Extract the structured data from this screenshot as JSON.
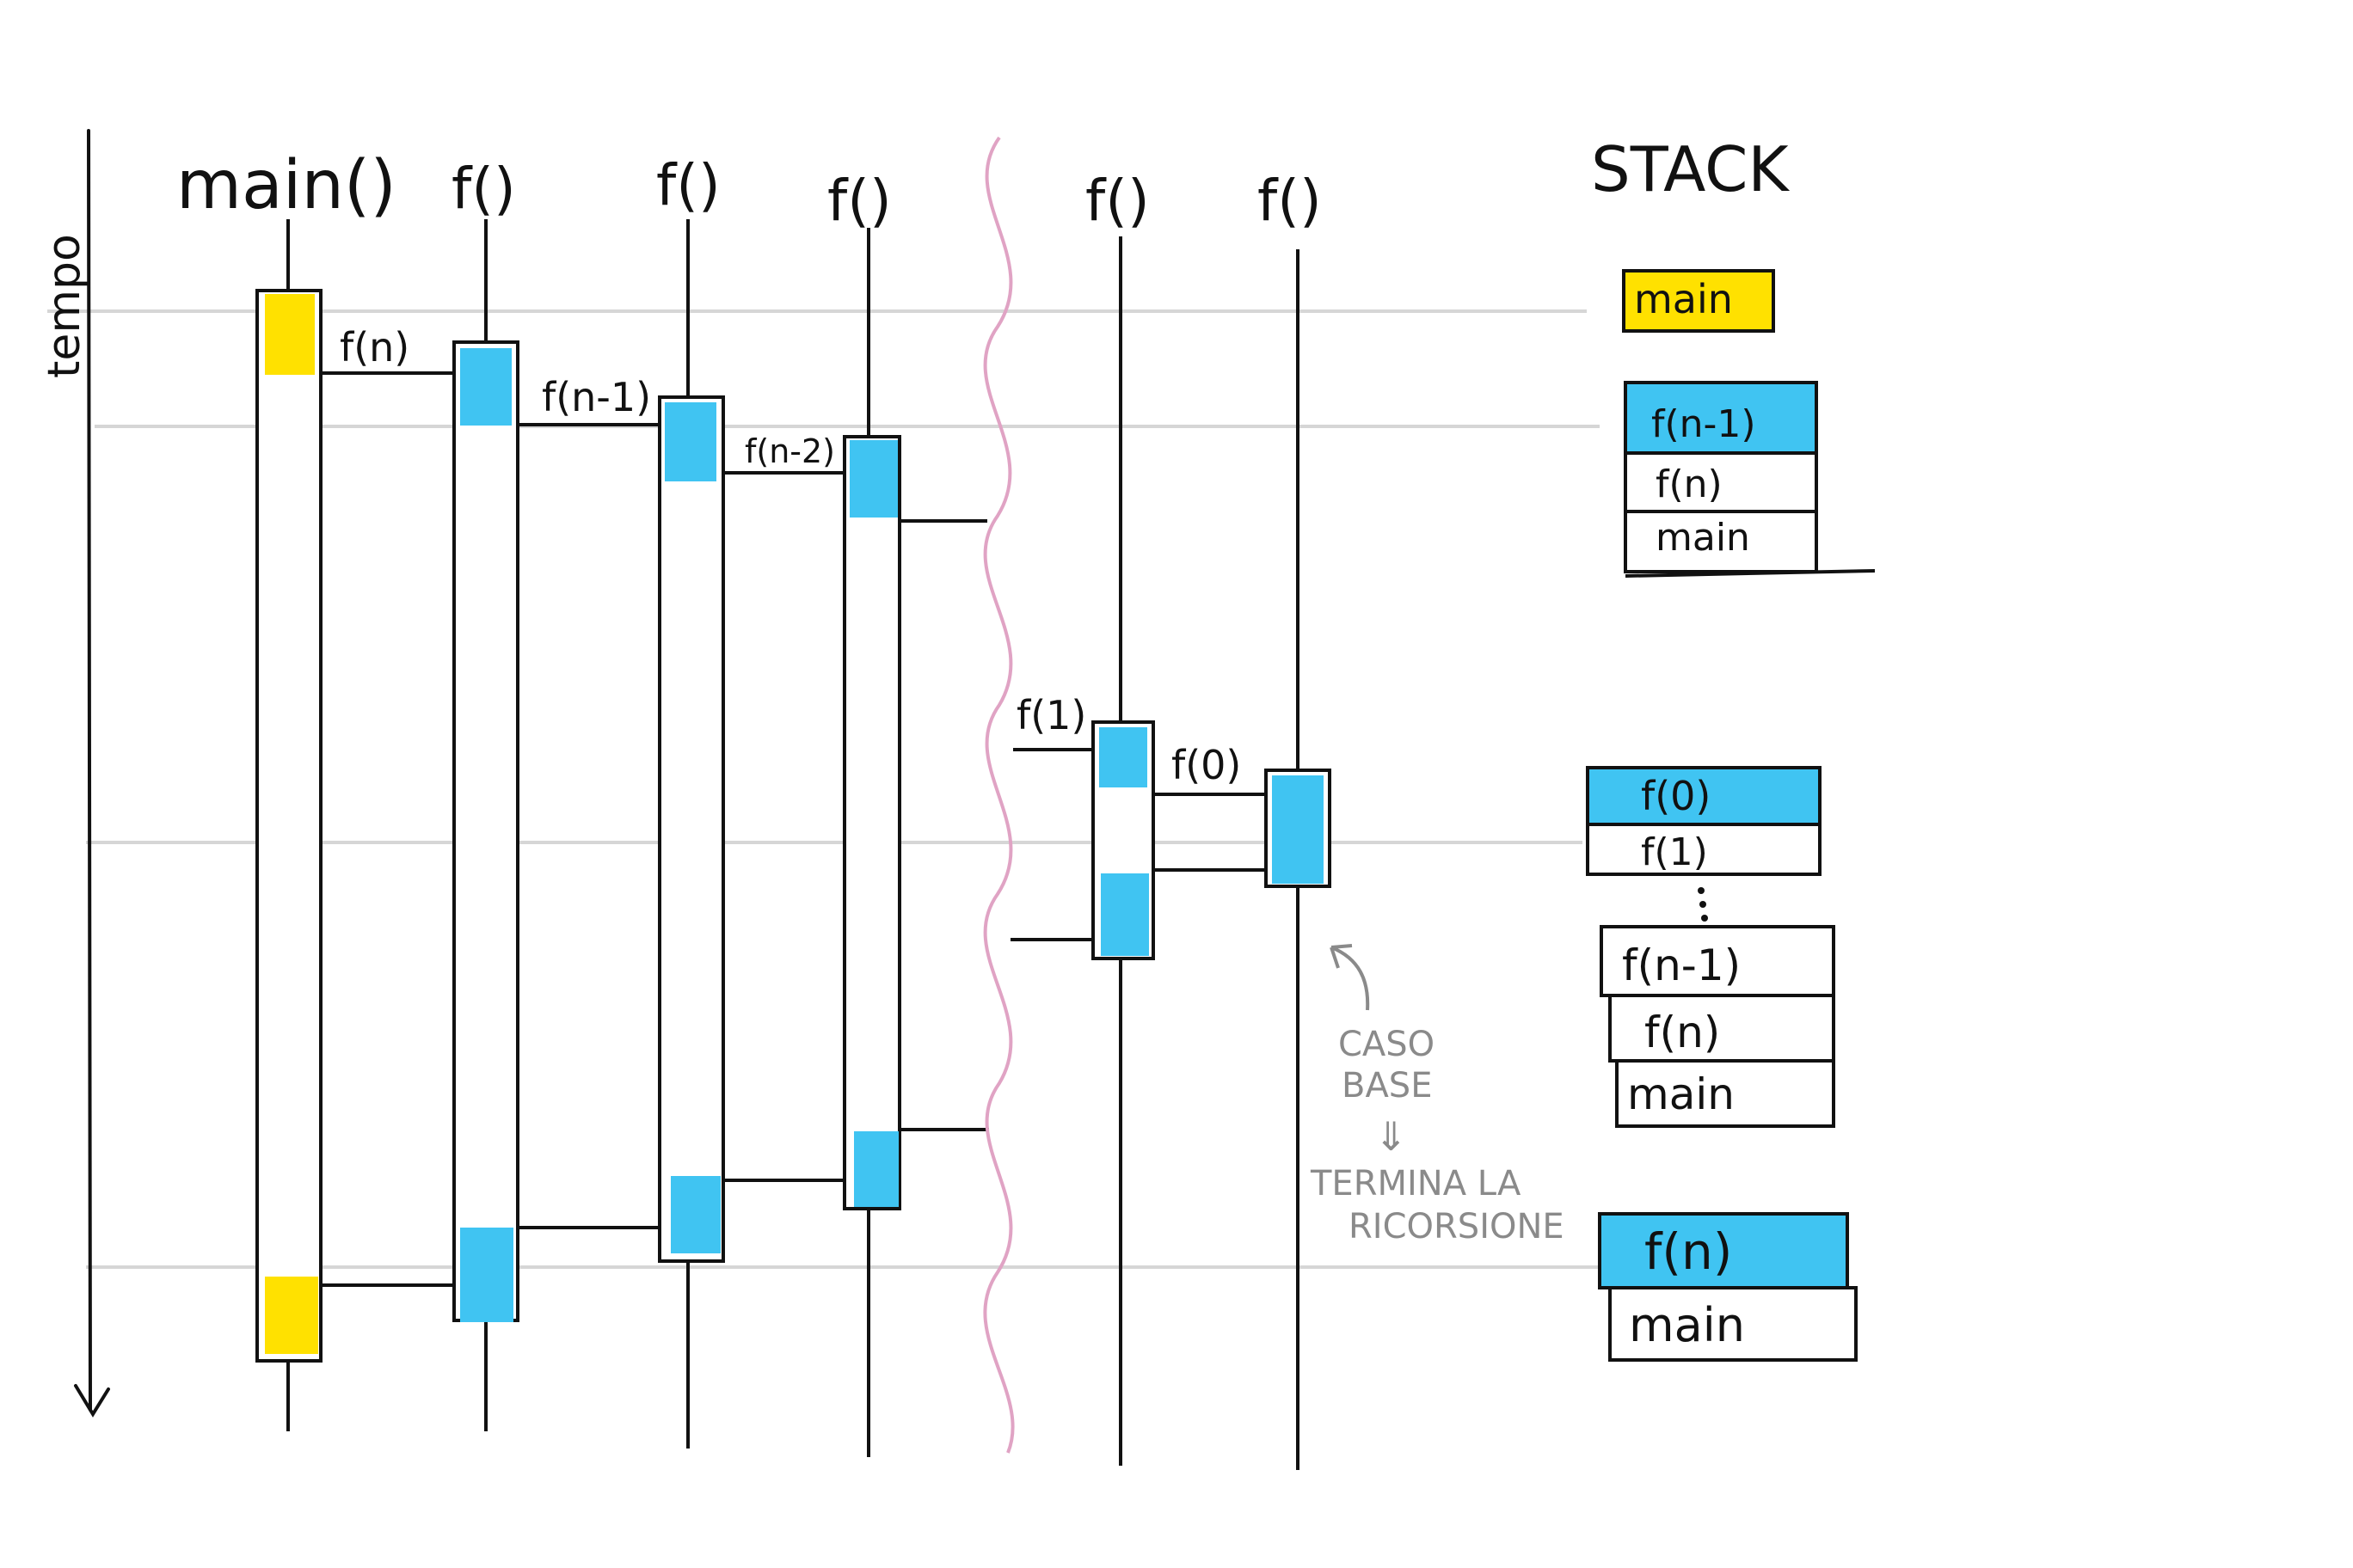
{
  "axis": {
    "label": "tempo"
  },
  "lifelines": {
    "main": "main()",
    "f1": "f()",
    "f2": "f()",
    "f3": "f()",
    "f4": "f()",
    "f5": "f()"
  },
  "calls": {
    "c1": "f(n)",
    "c2": "f(n-1)",
    "c3": "f(n-2)",
    "c4": "f(1)",
    "c5": "f(0)"
  },
  "stack": {
    "title": "STACK",
    "s1": [
      "main"
    ],
    "s2": [
      "f(n-1)",
      "f(n)",
      "main"
    ],
    "s3_top": [
      "f(0)",
      "f(1)"
    ],
    "s3_bottom": [
      "f(n-1)",
      "f(n)",
      "main"
    ],
    "s4": [
      "f(n)",
      "main"
    ]
  },
  "annotation": {
    "line1": "CASO",
    "line2": "BASE",
    "arrow": "⇓",
    "line3": "TERMINA LA",
    "line4": "RICORSIONE"
  },
  "colors": {
    "main_highlight": "#ffe100",
    "frame_highlight": "#40c4f2",
    "ink": "#111111",
    "guide": "#d6d6d6",
    "break_line": "#e0a3c4",
    "note": "#8a8a8a"
  }
}
